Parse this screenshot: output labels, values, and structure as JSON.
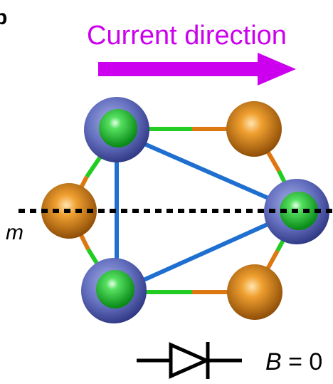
{
  "figure": {
    "panel_letter": "b",
    "current_label": "Current direction",
    "mirror_label": "m",
    "field_label_var": "B",
    "field_label_rest": " = 0"
  },
  "colors": {
    "arrow": "#cc00ee",
    "green_bond": "#22cc22",
    "orange_bond": "#dd7711",
    "blue_bond": "#1e6fd0",
    "dark_atom": "#3c4ea8",
    "green_atom": "#11bb22",
    "orange_atom": "#cc7a10"
  },
  "icons": {
    "diode": "diode-icon",
    "arrow": "current-arrow-icon"
  }
}
